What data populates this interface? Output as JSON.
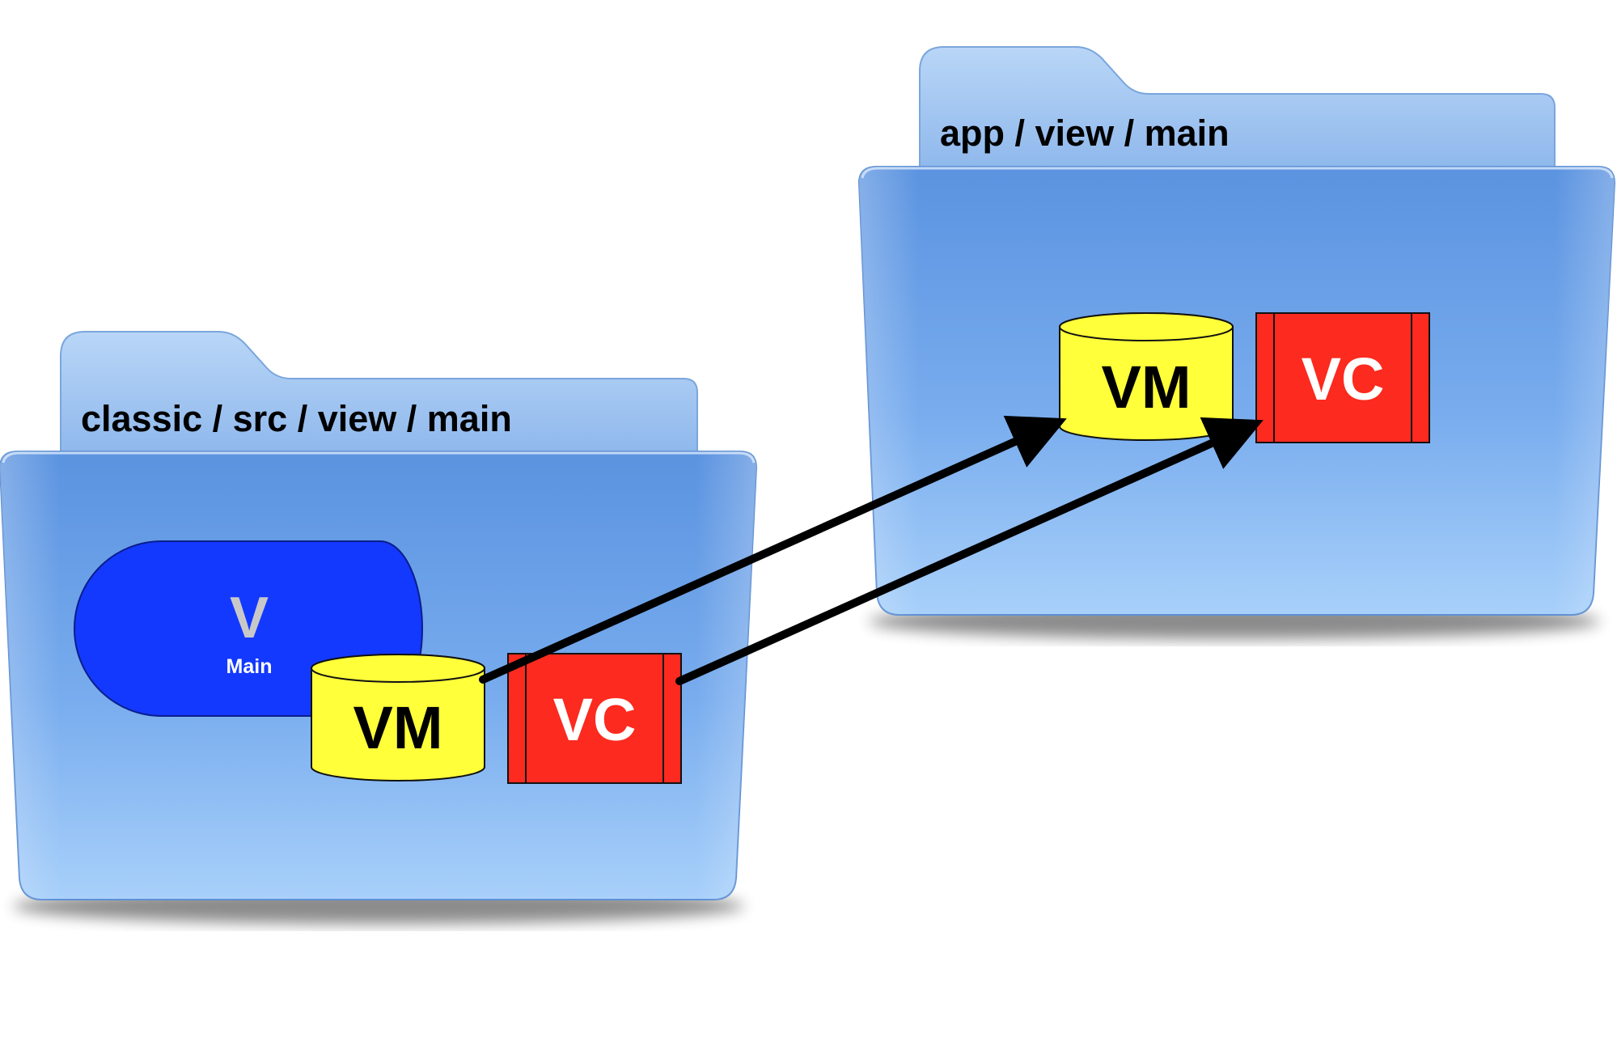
{
  "folders": {
    "classic": {
      "label": "classic / src / view / main"
    },
    "app": {
      "label": "app / view / main"
    }
  },
  "classic_nodes": {
    "view": {
      "label": "V",
      "sublabel": "Main"
    },
    "viewmodel": {
      "label": "VM"
    },
    "viewcontroller": {
      "label": "VC"
    }
  },
  "app_nodes": {
    "viewmodel": {
      "label": "VM"
    },
    "viewcontroller": {
      "label": "VC"
    }
  },
  "colors": {
    "folder_light": "#a6cdf6",
    "folder_mid": "#6fa6ea",
    "folder_dark": "#5a95e0",
    "view_blue": "#1339ff",
    "vm_yellow": "#ffff3a",
    "vc_red": "#fc2a1f",
    "arrow": "#000000",
    "sublabel": "#ffffff",
    "view_label": "#c8c8c8"
  },
  "icons": {
    "folder": "folder-icon",
    "arrow": "arrow-icon"
  }
}
